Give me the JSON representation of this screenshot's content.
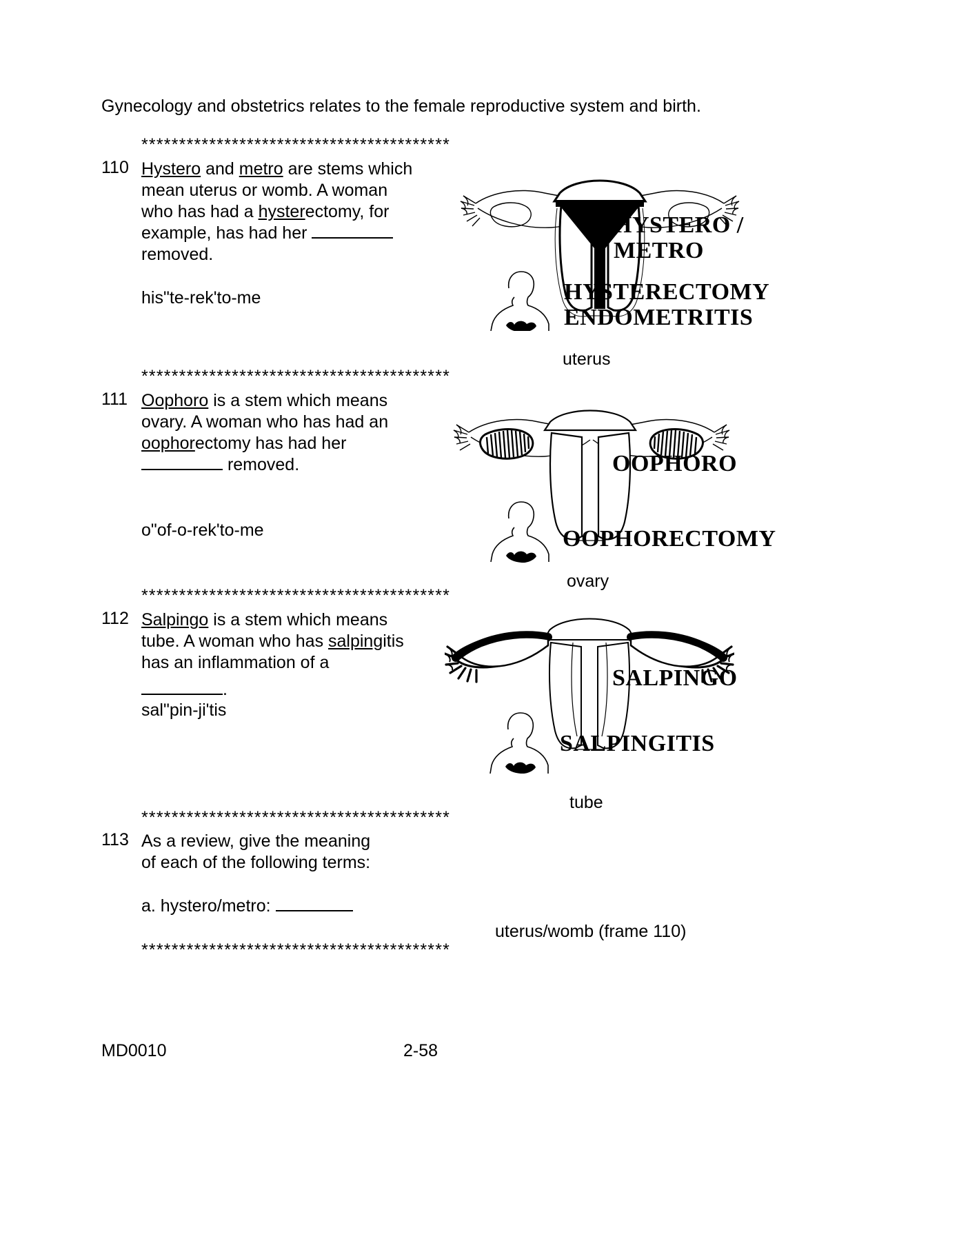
{
  "document": {
    "intro": "Gynecology and obstetrics relates to the female reproductive system and birth.",
    "separator": "*****************************************",
    "footer": {
      "left": "MD0010",
      "center": "2-58"
    }
  },
  "frames": [
    {
      "number": "110",
      "line1_a": "Hystero",
      "line1_b": " and ",
      "line1_c": "metro",
      "line1_d": " are stems which",
      "line2": "mean uterus or womb.  A woman",
      "line3_a": "who has had a ",
      "line3_b": "hyster",
      "line3_c": "ectomy, for",
      "line4": "example, has had her ",
      "line5": "removed.",
      "pronunciation": "his\"te-rek'to-me",
      "answer": "uterus",
      "illustration": {
        "name": "uterus-diagram",
        "labels": [
          "HYSTERO /",
          "METRO",
          "HYSTERECTOMY",
          "ENDOMETRITIS"
        ]
      }
    },
    {
      "number": "111",
      "line1_a": "Oophoro",
      "line1_d": " is a stem which means",
      "line2": "ovary.  A woman who has had an",
      "line3_b": "oophor",
      "line3_c": "ectomy has had her",
      "line4_suffix": " removed.",
      "pronunciation": "o\"of-o-rek'to-me",
      "answer": "ovary",
      "illustration": {
        "name": "ovary-diagram",
        "labels": [
          "OOPHORO",
          "OOPHORECTOMY"
        ]
      }
    },
    {
      "number": "112",
      "line1_a": "Salpingo",
      "line1_d": " is a stem which means",
      "line2_a": "tube.  A woman who has ",
      "line2_b": "salping",
      "line2_c": "itis",
      "line3": "has an inflammation of a",
      "line4_suffix": ".",
      "pronunciation": "sal\"pin-ji'tis",
      "answer": "tube",
      "illustration": {
        "name": "fallopian-tube-diagram",
        "labels": [
          "SALPINGO",
          "SALPINGITIS"
        ]
      }
    },
    {
      "number": "113",
      "line1": "As a review, give the meaning",
      "line2": "of each of the following terms:",
      "item_a": "a.  hystero/metro: ",
      "answer": "uterus/womb (frame 110)"
    }
  ]
}
